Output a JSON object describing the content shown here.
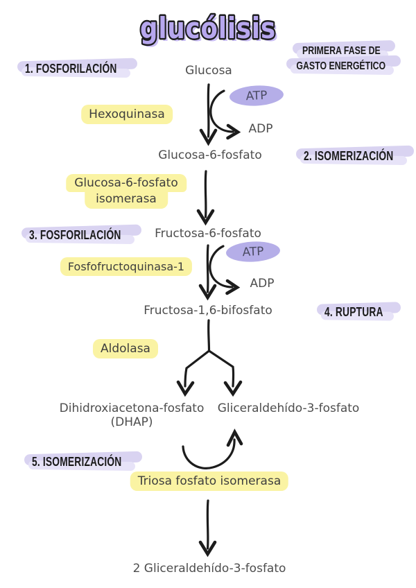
{
  "title": "glucólisis",
  "colors": {
    "highlight_purple": "#d9d3f1",
    "highlight_purple_light": "#e7e3f8",
    "title_purple": "#b7a7ee",
    "title_shadow": "#cabef5",
    "atp_purple": "#b5aee8",
    "enzyme_yellow": "#faf3a3",
    "ink": "#1c1c1c",
    "label_gray": "#4d4d4d"
  },
  "phase_note": {
    "line1": "PRIMERA FASE DE",
    "line2": "GASTO ENERGÉTICO"
  },
  "steps": [
    {
      "label": "1. FOSFORILACIÓN"
    },
    {
      "label": "2. ISOMERIZACIÓN"
    },
    {
      "label": "3. FOSFORILACIÓN"
    },
    {
      "label": "4. RUPTURA"
    },
    {
      "label": "5. ISOMERIZACIÓN"
    }
  ],
  "metabolites": {
    "glucosa": "Glucosa",
    "glucosa_6_fosfato": "Glucosa-6-fosfato",
    "fructosa_6_fosfato": "Fructosa-6-fosfato",
    "fructosa_16_bifosfato": "Fructosa-1,6-bifosfato",
    "dhap_line1": "Dihidroxiacetona-fosfato",
    "dhap_line2": "(DHAP)",
    "gliceraldehido_3_fosfato": "Gliceraldehído-3-fosfato",
    "producto_final": "2 Gliceraldehído-3-fosfato"
  },
  "enzymes": {
    "hexoquinasa": "Hexoquinasa",
    "isomerasa_line1": "Glucosa-6-fosfato",
    "isomerasa_line2": "isomerasa",
    "fosfofructoquinasa": "Fosfofructoquinasa-1",
    "aldolasa": "Aldolasa",
    "triosa_fosfato_isomerasa": "Triosa fosfato isomerasa"
  },
  "cofactors": {
    "atp": "ATP",
    "adp": "ADP"
  }
}
